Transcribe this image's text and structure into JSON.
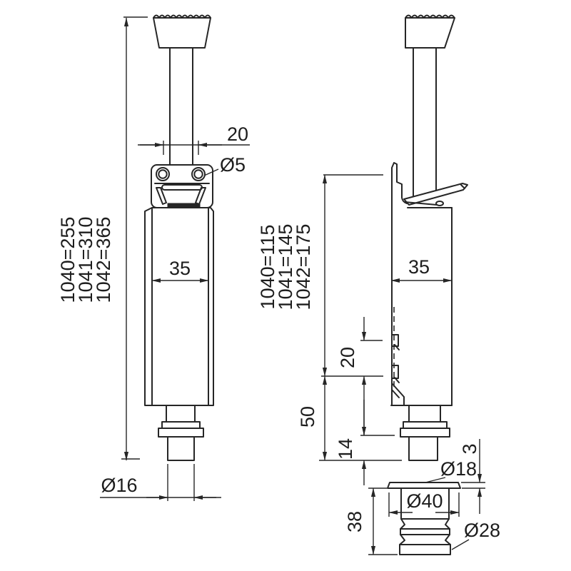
{
  "meta": {
    "background": "#ffffff",
    "line_color": "#262626",
    "description": "Technical dimension drawing of a door holder with floor socket, front and side views"
  },
  "front_view": {
    "height_labels": [
      "1040=255",
      "1041=310",
      "1042=365"
    ],
    "dim_hole_spacing": "20",
    "dim_hole_dia": "Ø5",
    "dim_body_width": "35",
    "dim_pin_dia": "Ø16"
  },
  "side_view": {
    "height_labels": [
      "1040=115",
      "1041=145",
      "1042=175"
    ],
    "dim_slot_spacing": "20",
    "dim_lower_offset": "50",
    "dim_pin_length": "14",
    "dim_body_depth": "35"
  },
  "floor_socket": {
    "dim_flange_dia": "Ø40",
    "dim_hole_dia": "Ø18",
    "dim_body_dia": "Ø28",
    "dim_height": "38",
    "dim_flange_thickness": "3"
  }
}
